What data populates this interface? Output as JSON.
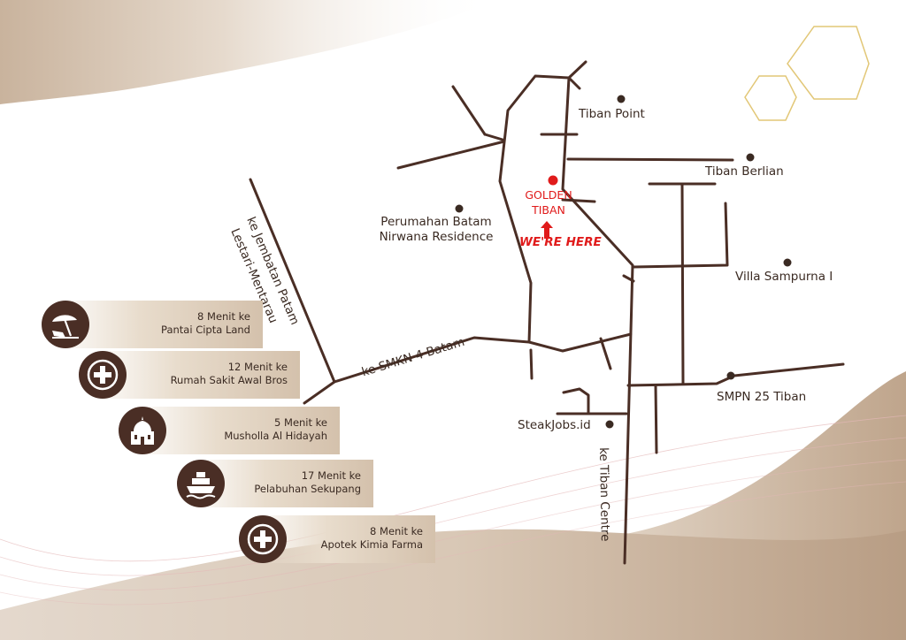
{
  "map": {
    "places": {
      "tiban_point": "Tiban Point",
      "tiban_berlian": "Tiban Berlian",
      "perumahan_1": "Perumahan Batam",
      "perumahan_2": "Nirwana Residence",
      "villa": "Villa Sampurna I",
      "smpn": "SMPN 25 Tiban",
      "steakjobs": "SteakJobs.id"
    },
    "target": {
      "line1": "GOLDEN",
      "line2": "TIBAN",
      "here": "WE'RE HERE",
      "color": "#e01b1b"
    },
    "roads": {
      "jembatan_1": "ke Jembatan Patam",
      "jembatan_2": "Lestari-Mentarau",
      "smkn": "ke SMKN 4 Batam",
      "tiban_centre": "ke Tiban Centre"
    }
  },
  "poi": [
    {
      "icon": "beach-umbrella-icon",
      "line1": "8  Menit ke",
      "line2": "Pantai Cipta Land"
    },
    {
      "icon": "medical-cross-icon",
      "line1": "12 Menit ke",
      "line2": "Rumah Sakit Awal Bros"
    },
    {
      "icon": "mosque-icon",
      "line1": "5 Menit ke",
      "line2": "Musholla Al Hidayah"
    },
    {
      "icon": "ship-icon",
      "line1": "17 Menit ke",
      "line2": "Pelabuhan Sekupang"
    },
    {
      "icon": "medical-cross-icon",
      "line1": "8 Menit ke",
      "line2": "Apotek Kimia Farma"
    }
  ],
  "colors": {
    "road": "#4a2e25",
    "accent_gold": "#e2c777",
    "wave_beige": "#cdb6a0"
  }
}
